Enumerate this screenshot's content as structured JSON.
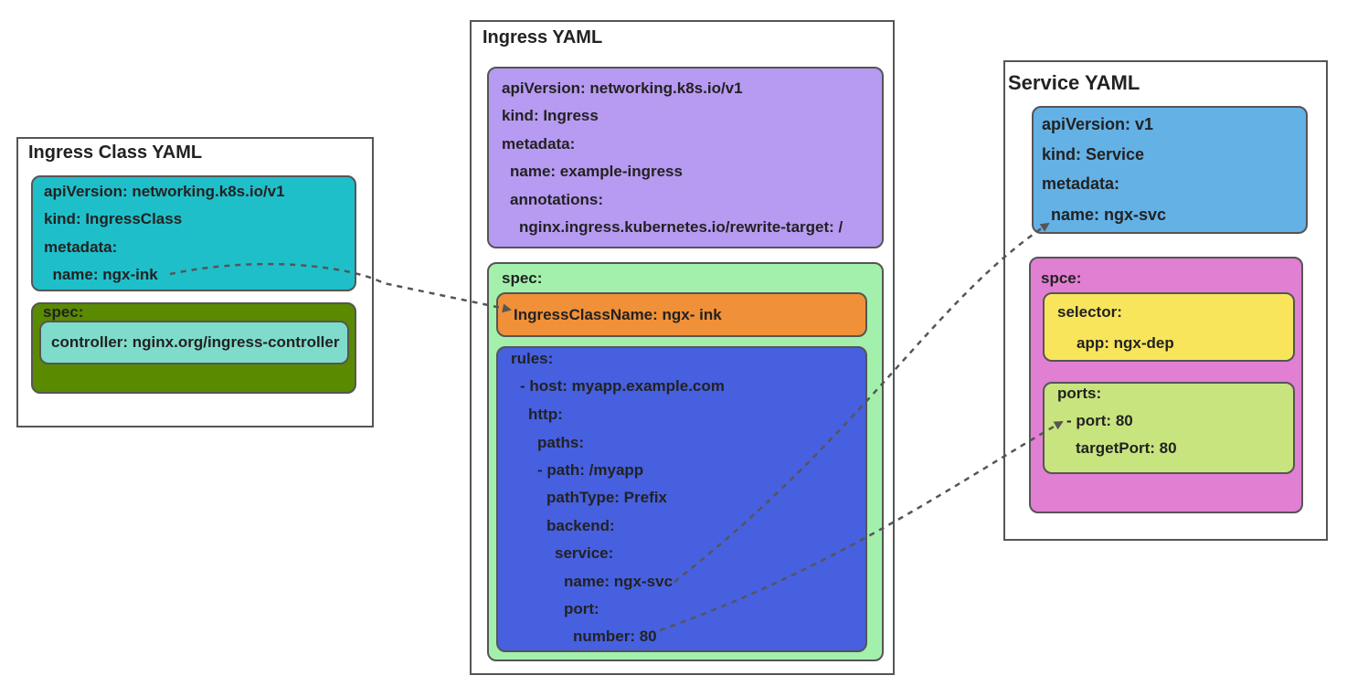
{
  "ingress_class": {
    "title": "Ingress Class YAML",
    "metadata_lines": [
      "apiVersion: networking.k8s.io/v1",
      "kind: IngressClass",
      "metadata:",
      "  name: ngx-ink"
    ],
    "spec_label": "spec:",
    "controller": "controller: nginx.org/ingress-controller"
  },
  "ingress": {
    "title": "Ingress YAML",
    "metadata_lines": [
      "apiVersion: networking.k8s.io/v1",
      "kind: Ingress",
      "metadata:",
      "name: example-ingress",
      "annotations:",
      "nginx.ingress.kubernetes.io/rewrite-target: /"
    ],
    "spec_label": "spec:",
    "class_name": "IngressClassName: ngx- ink",
    "rules_lines": [
      "rules:",
      "- host: myapp.example.com",
      "http:",
      "paths:",
      "- path: /myapp",
      "pathType: Prefix",
      "backend:",
      "service:",
      "name: ngx-svc",
      "port:",
      "number: 80"
    ]
  },
  "service": {
    "title": "Service YAML",
    "metadata_lines": [
      "apiVersion: v1",
      "kind: Service",
      "metadata:",
      "name: ngx-svc"
    ],
    "spec_label": "spce:",
    "selector_label": "selector:",
    "selector_value": "app: ngx-dep",
    "ports_label": "ports:",
    "port_line": "- port: 80",
    "target_port_line": "targetPort: 80"
  },
  "colors": {
    "teal": "#1fbfca",
    "olive": "#5a8a00",
    "mint": "#7fdccb",
    "purple": "#b79af2",
    "light_green": "#a3f0ad",
    "orange": "#f09038",
    "royal_blue": "#4660e0",
    "sky_blue": "#64b1e6",
    "pink": "#e17fd2",
    "yellow": "#f8e55c",
    "lime": "#c8e47e"
  }
}
